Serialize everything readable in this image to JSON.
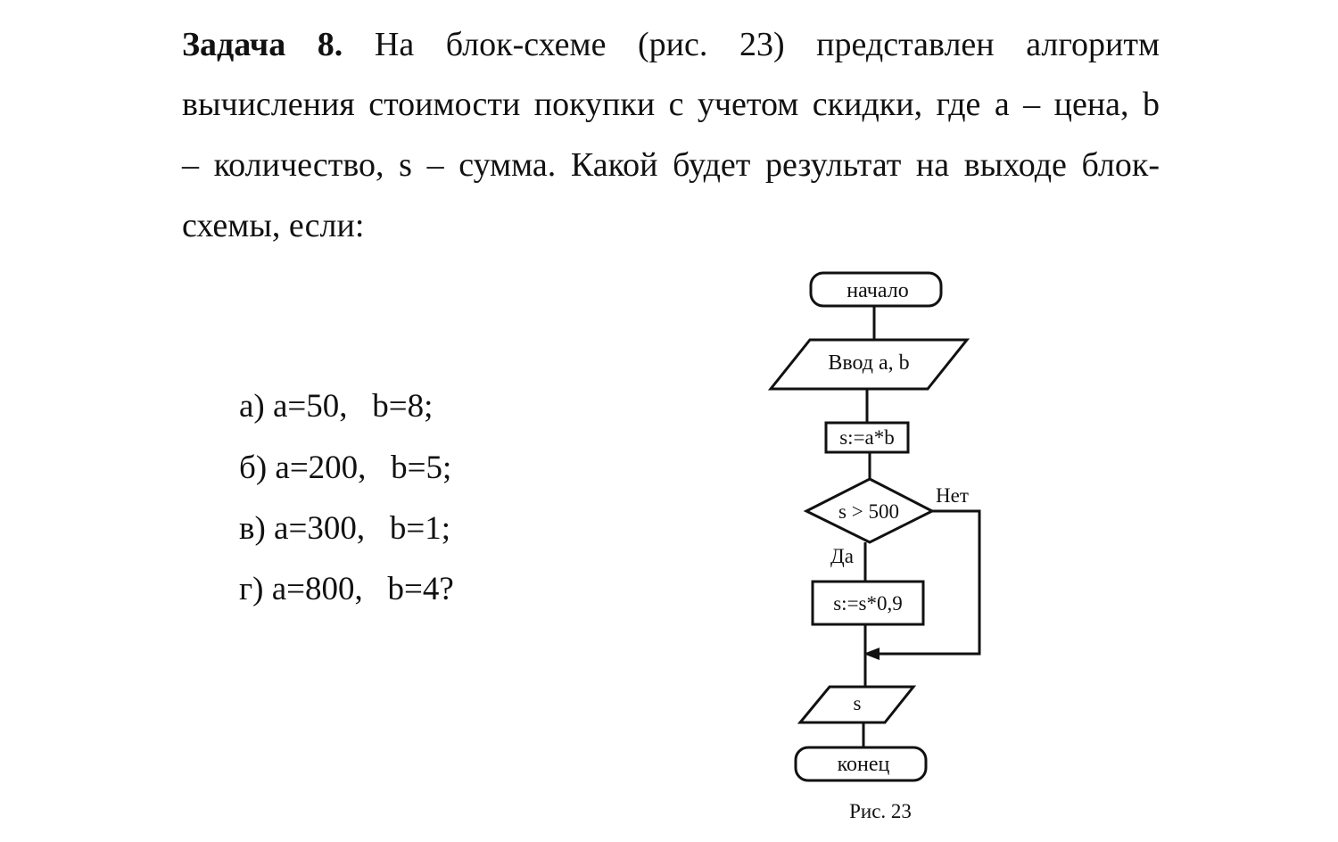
{
  "problem": {
    "title": "Задача 8.",
    "line1_rest": "На блок-схеме (рис. 23) представлен алгоритм",
    "line2": "вычисления стоимости покупки с учетом скидки, где a – цена, b",
    "line3": "– количество, s – сумма. Какой будет результат на выходе блок-",
    "line4": "схемы, если:"
  },
  "options": [
    "а) a=50,   b=8;",
    "б) a=200,   b=5;",
    "в) a=300,   b=1;",
    "г) a=800,   b=4?"
  ],
  "flowchart": {
    "start": "начало",
    "input": "Ввод a, b",
    "assign": "s:=a*b",
    "condition": "s > 500",
    "yes_label": "Да",
    "no_label": "Нет",
    "discount": "s:=s*0,9",
    "output": "s",
    "end": "конец",
    "caption": "Рис. 23"
  }
}
